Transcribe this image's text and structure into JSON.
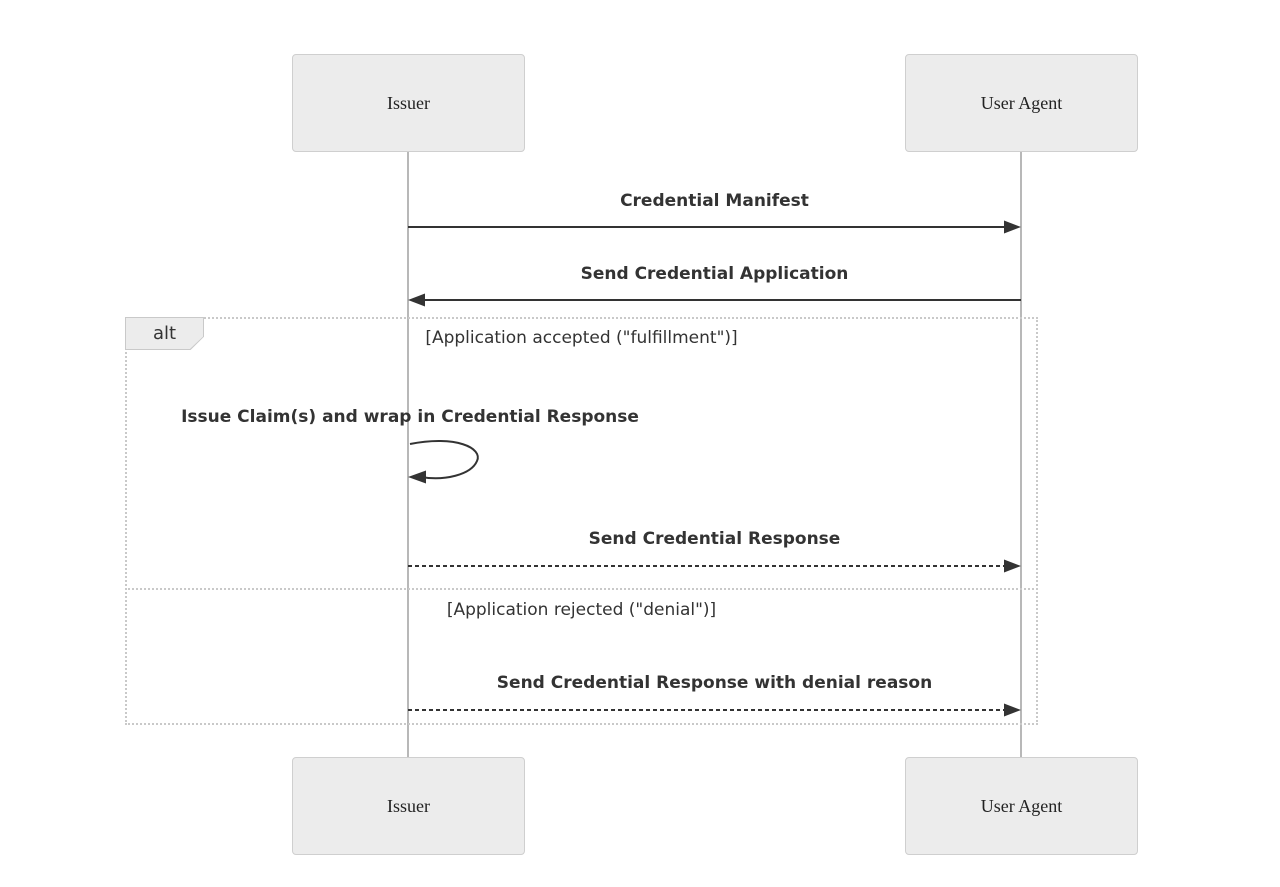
{
  "diagram": {
    "type": "sequence-diagram",
    "actors": {
      "issuer": "Issuer",
      "user_agent": "User Agent"
    },
    "messages": [
      {
        "id": "credential-manifest",
        "label": "Credential Manifest",
        "from": "issuer",
        "to": "user_agent",
        "line": "solid"
      },
      {
        "id": "send-credential-application",
        "label": "Send Credential Application",
        "from": "user_agent",
        "to": "issuer",
        "line": "solid"
      },
      {
        "id": "issue-claims-self",
        "label": "Issue Claim(s) and wrap in Credential Response",
        "from": "issuer",
        "to": "issuer",
        "line": "self-loop"
      },
      {
        "id": "send-credential-response",
        "label": "Send Credential Response",
        "from": "issuer",
        "to": "user_agent",
        "line": "dashed"
      },
      {
        "id": "send-credential-response-denial",
        "label": "Send Credential Response with denial reason",
        "from": "issuer",
        "to": "user_agent",
        "line": "dashed"
      }
    ],
    "alt_block": {
      "label": "alt",
      "conditions": [
        "[Application accepted (\"fulfillment\")]",
        "[Application rejected (\"denial\")]"
      ]
    },
    "colors": {
      "actor_fill": "#ececec",
      "actor_border": "#cfcfcf",
      "lifeline": "#a0a0a0",
      "arrow": "#333333",
      "text": "#333333",
      "frame_border": "#c9c9c9",
      "label_fill": "#ececec",
      "bg": "#ffffff"
    }
  }
}
